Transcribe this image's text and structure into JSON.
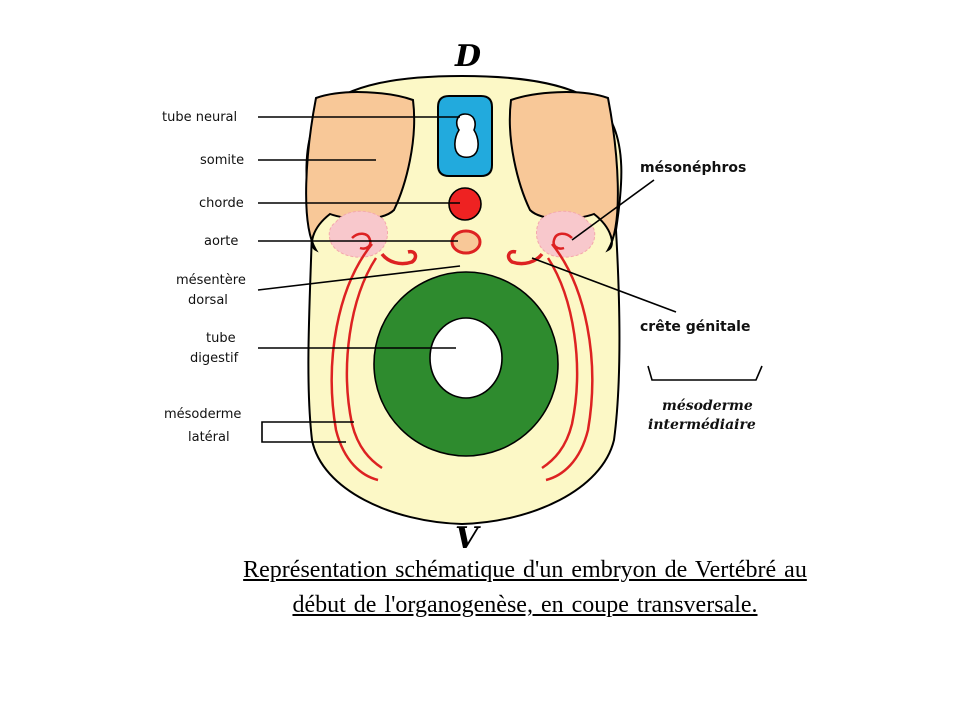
{
  "orientation": {
    "dorsal": "D",
    "ventral": "V"
  },
  "labels": {
    "tube_neural": "tube neural",
    "somite": "somite",
    "chorde": "chorde",
    "aorte": "aorte",
    "mesentere_line1": "mésentère",
    "mesentere_line2": "dorsal",
    "tube_digestif_line1": "tube",
    "tube_digestif_line2": "digestif",
    "mesoderme_lateral_line1": "mésoderme",
    "mesoderme_lateral_line2": "latéral",
    "mesonephros": "mésonéphros",
    "crete_genitale": "crête génitale",
    "mesoderme_intermediaire_line1": "mésoderme",
    "mesoderme_intermediaire_line2": "intermédiaire"
  },
  "caption": {
    "line1": "Représentation schématique d'un embryon de Vertébré au",
    "line2": "début de l'organogenèse, en coupe transversale."
  },
  "colors": {
    "body": "#fcf8c6",
    "somite": "#f8c898",
    "neural_tube": "#22aadd",
    "chorde": "#ee2222",
    "aorta_fill": "#f8c898",
    "red_line": "#dd2222",
    "gonad_pink": "#f8c8cc",
    "gut": "#2e8b2e"
  }
}
